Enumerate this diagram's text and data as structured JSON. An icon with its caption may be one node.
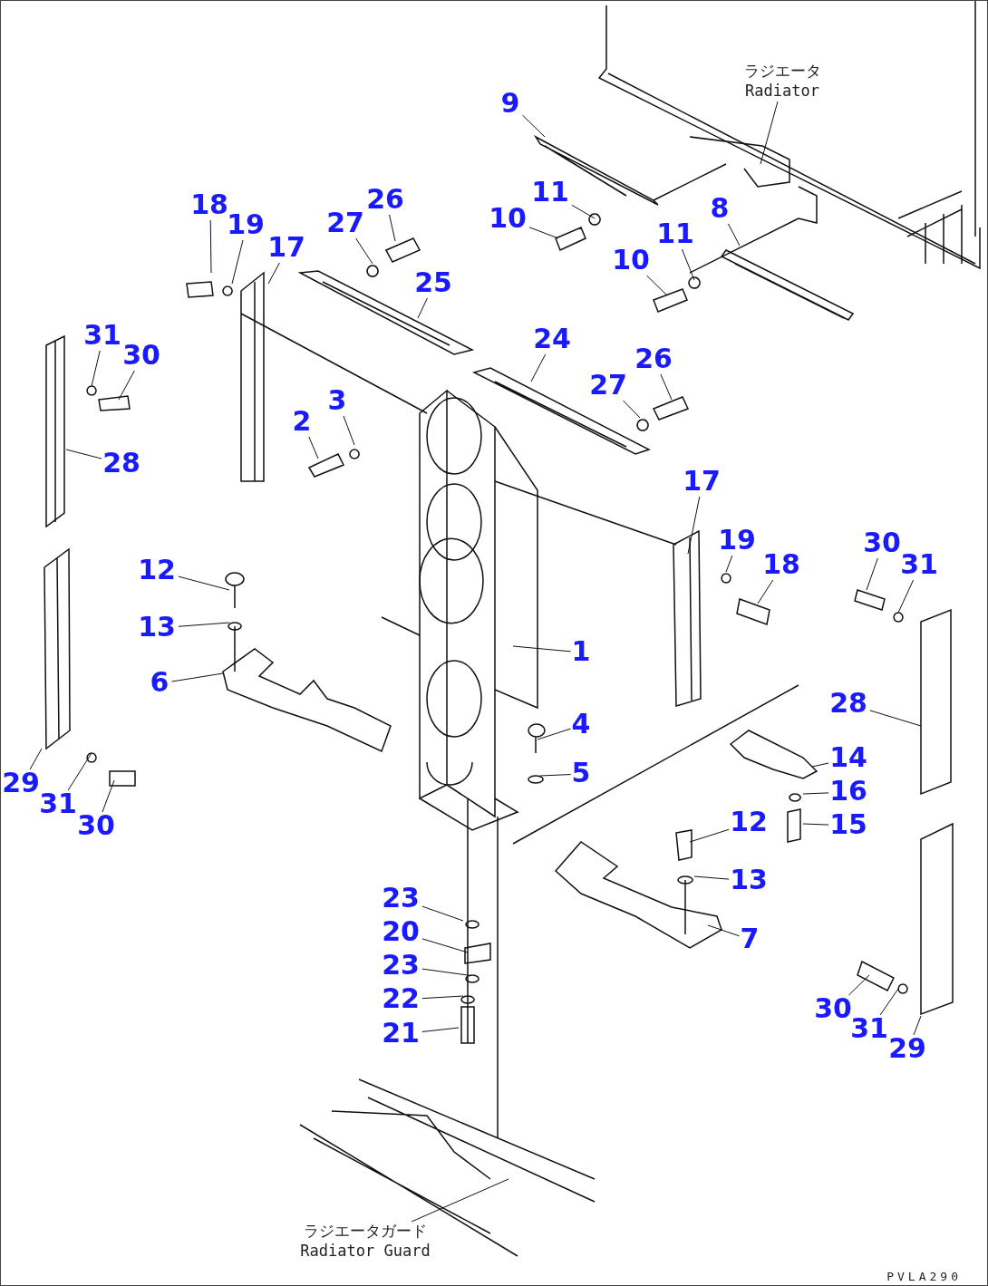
{
  "diagram": {
    "nodes": [
      {
        "text": [
          "ラジエータ",
          "Radiator"
        ]
      },
      {
        "text": [
          "9"
        ]
      },
      {
        "text": [
          "11"
        ]
      },
      {
        "text": [
          "18"
        ]
      },
      {
        "text": [
          "26"
        ]
      },
      {
        "text": [
          "8"
        ]
      },
      {
        "text": [
          "10"
        ]
      },
      {
        "text": [
          "19"
        ]
      },
      {
        "text": [
          "27"
        ]
      },
      {
        "text": [
          "11"
        ]
      },
      {
        "text": [
          "17"
        ]
      },
      {
        "text": [
          "10"
        ]
      },
      {
        "text": [
          "25"
        ]
      },
      {
        "text": [
          "31"
        ]
      },
      {
        "text": [
          "24"
        ]
      },
      {
        "text": [
          "30"
        ]
      },
      {
        "text": [
          "26"
        ]
      },
      {
        "text": [
          "27"
        ]
      },
      {
        "text": [
          "3"
        ]
      },
      {
        "text": [
          "2"
        ]
      },
      {
        "text": [
          "28"
        ]
      },
      {
        "text": [
          "17"
        ]
      },
      {
        "text": [
          "30"
        ]
      },
      {
        "text": [
          "19"
        ]
      },
      {
        "text": [
          "31"
        ]
      },
      {
        "text": [
          "18"
        ]
      },
      {
        "text": [
          "12"
        ]
      },
      {
        "text": [
          "13"
        ]
      },
      {
        "text": [
          "1"
        ]
      },
      {
        "text": [
          "6"
        ]
      },
      {
        "text": [
          "28"
        ]
      },
      {
        "text": [
          "4"
        ]
      },
      {
        "text": [
          "14"
        ]
      },
      {
        "text": [
          "5"
        ]
      },
      {
        "text": [
          "29"
        ]
      },
      {
        "text": [
          "16"
        ]
      },
      {
        "text": [
          "31"
        ]
      },
      {
        "text": [
          "12"
        ]
      },
      {
        "text": [
          "15"
        ]
      },
      {
        "text": [
          "30"
        ]
      },
      {
        "text": [
          "13"
        ]
      },
      {
        "text": [
          "23"
        ]
      },
      {
        "text": [
          "7"
        ]
      },
      {
        "text": [
          "20"
        ]
      },
      {
        "text": [
          "23"
        ]
      },
      {
        "text": [
          "22"
        ]
      },
      {
        "text": [
          "30"
        ]
      },
      {
        "text": [
          "21"
        ]
      },
      {
        "text": [
          "31"
        ]
      },
      {
        "text": [
          "29"
        ]
      },
      {
        "text": [
          "ラジエータガード",
          "Radiator Guard"
        ]
      }
    ],
    "edges": [
      {
        "from": 0,
        "to": null,
        "arrow": "none"
      },
      {
        "from": 1,
        "to": null,
        "arrow": "none"
      },
      {
        "from": 2,
        "to": null,
        "arrow": "none"
      },
      {
        "from": 3,
        "to": null,
        "arrow": "none"
      },
      {
        "from": 4,
        "to": null,
        "arrow": "none"
      },
      {
        "from": 5,
        "to": null,
        "arrow": "none"
      },
      {
        "from": 6,
        "to": null,
        "arrow": "none"
      },
      {
        "from": 7,
        "to": null,
        "arrow": "none"
      },
      {
        "from": 8,
        "to": null,
        "arrow": "none"
      },
      {
        "from": 9,
        "to": null,
        "arrow": "none"
      },
      {
        "from": 10,
        "to": null,
        "arrow": "none"
      },
      {
        "from": 11,
        "to": null,
        "arrow": "none"
      },
      {
        "from": 12,
        "to": null,
        "arrow": "none"
      },
      {
        "from": 13,
        "to": null,
        "arrow": "none"
      },
      {
        "from": 14,
        "to": null,
        "arrow": "none"
      },
      {
        "from": 15,
        "to": null,
        "arrow": "none"
      },
      {
        "from": 16,
        "to": null,
        "arrow": "none"
      },
      {
        "from": 17,
        "to": null,
        "arrow": "none"
      },
      {
        "from": 18,
        "to": null,
        "arrow": "none"
      },
      {
        "from": 19,
        "to": null,
        "arrow": "none"
      },
      {
        "from": 20,
        "to": null,
        "arrow": "none"
      },
      {
        "from": 21,
        "to": null,
        "arrow": "none"
      },
      {
        "from": 22,
        "to": null,
        "arrow": "none"
      },
      {
        "from": 23,
        "to": null,
        "arrow": "none"
      },
      {
        "from": 24,
        "to": null,
        "arrow": "none"
      },
      {
        "from": 25,
        "to": null,
        "arrow": "none"
      },
      {
        "from": 26,
        "to": null,
        "arrow": "none"
      },
      {
        "from": 27,
        "to": null,
        "arrow": "none"
      },
      {
        "from": 28,
        "to": null,
        "arrow": "none"
      },
      {
        "from": 29,
        "to": null,
        "arrow": "none"
      },
      {
        "from": 30,
        "to": null,
        "arrow": "none"
      },
      {
        "from": 31,
        "to": null,
        "arrow": "none"
      },
      {
        "from": 32,
        "to": null,
        "arrow": "none"
      },
      {
        "from": 33,
        "to": null,
        "arrow": "none"
      },
      {
        "from": 34,
        "to": null,
        "arrow": "none"
      },
      {
        "from": 35,
        "to": null,
        "arrow": "none"
      },
      {
        "from": 36,
        "to": null,
        "arrow": "none"
      },
      {
        "from": 37,
        "to": null,
        "arrow": "none"
      },
      {
        "from": 38,
        "to": null,
        "arrow": "none"
      },
      {
        "from": 39,
        "to": null,
        "arrow": "none"
      },
      {
        "from": 40,
        "to": null,
        "arrow": "none"
      },
      {
        "from": 41,
        "to": null,
        "arrow": "none"
      },
      {
        "from": 42,
        "to": null,
        "arrow": "none"
      },
      {
        "from": 43,
        "to": null,
        "arrow": "none"
      },
      {
        "from": 44,
        "to": null,
        "arrow": "none"
      },
      {
        "from": 45,
        "to": null,
        "arrow": "none"
      },
      {
        "from": 46,
        "to": null,
        "arrow": "none"
      },
      {
        "from": 47,
        "to": null,
        "arrow": "none"
      },
      {
        "from": 48,
        "to": null,
        "arrow": "none"
      },
      {
        "from": 49,
        "to": null,
        "arrow": "none"
      },
      {
        "from": 50,
        "to": null,
        "arrow": "none"
      }
    ],
    "labels": [
      "PVLA290"
    ]
  }
}
